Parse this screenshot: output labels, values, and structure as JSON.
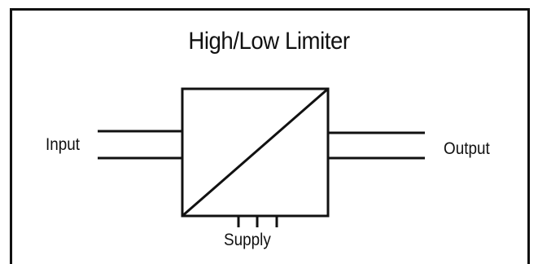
{
  "diagram": {
    "title": "High/Low Limiter",
    "input_label": "Input",
    "output_label": "Output",
    "supply_label": "Supply"
  }
}
